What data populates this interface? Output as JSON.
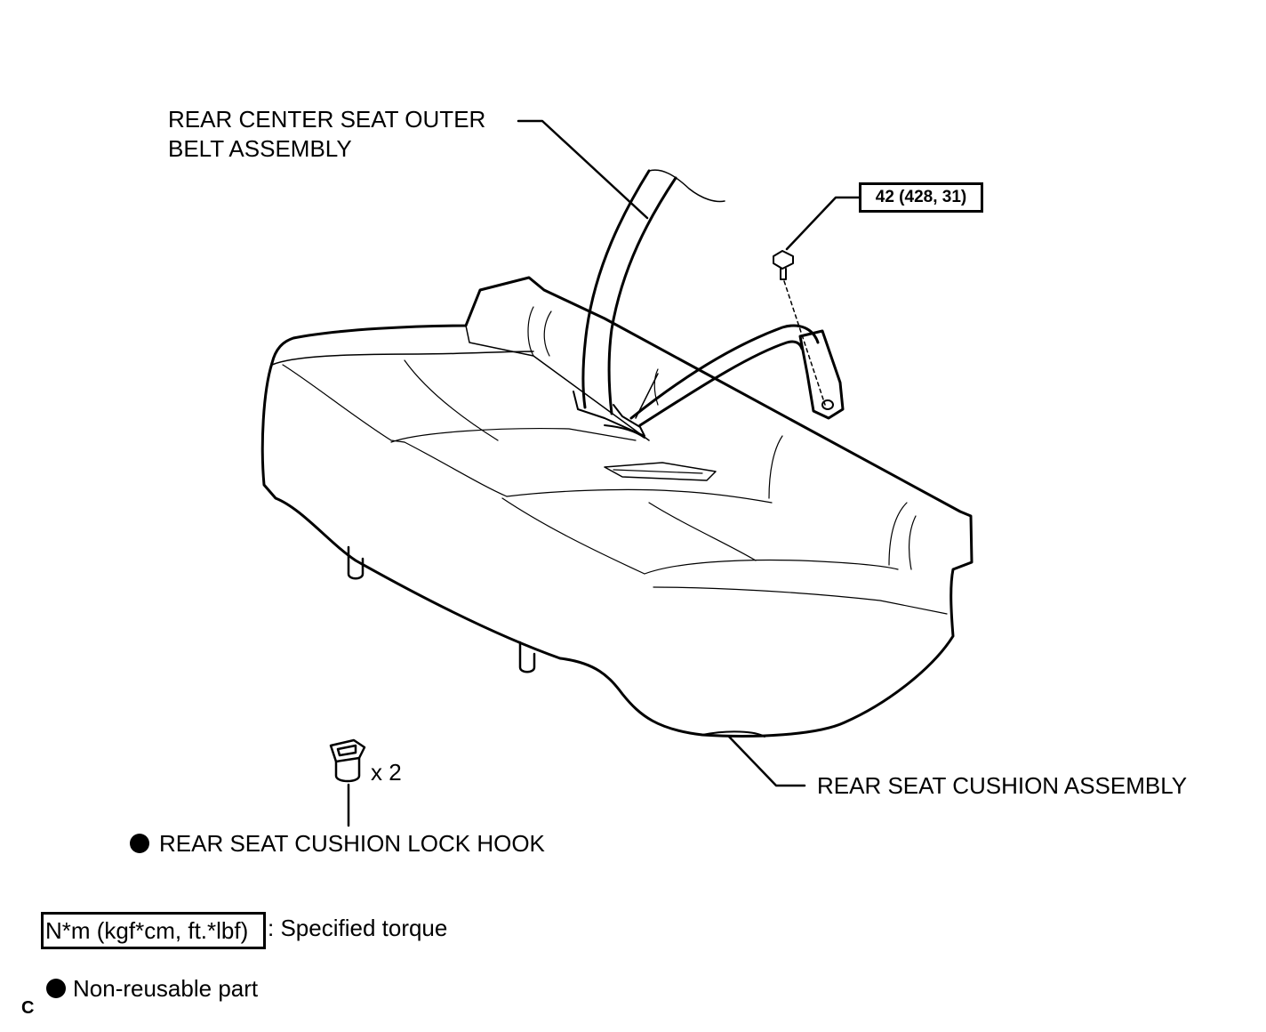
{
  "labels": {
    "belt_line1": "REAR CENTER SEAT OUTER",
    "belt_line2": "BELT ASSEMBLY",
    "torque_value": "42 (428, 31)",
    "quantity": "x 2",
    "lock_hook": "REAR SEAT CUSHION LOCK HOOK",
    "cushion": "REAR SEAT CUSHION ASSEMBLY"
  },
  "legend": {
    "torque_unit": "N*m (kgf*cm, ft.*lbf)",
    "torque_desc": ": Specified torque",
    "nonreusable_desc": "Non-reusable part"
  },
  "corner_code": "C",
  "icons": [
    "bolt-icon",
    "lock-hook-icon",
    "non-reusable-dot-icon"
  ]
}
